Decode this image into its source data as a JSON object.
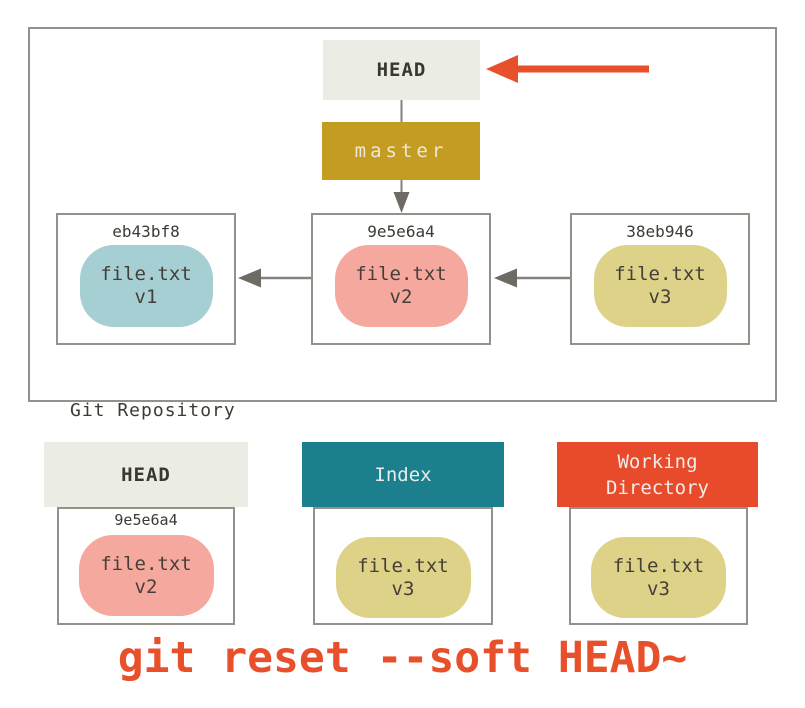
{
  "caption": "git reset --soft HEAD~",
  "repository": {
    "label": "Git Repository",
    "head": {
      "label": "HEAD"
    },
    "branch": {
      "label": "master"
    },
    "commits": [
      {
        "hash": "eb43bf8",
        "file": "file.txt",
        "version": "v1"
      },
      {
        "hash": "9e5e6a4",
        "file": "file.txt",
        "version": "v2"
      },
      {
        "hash": "38eb946",
        "file": "file.txt",
        "version": "v3"
      }
    ]
  },
  "areas": {
    "head": {
      "title": "HEAD",
      "hash": "9e5e6a4",
      "file": "file.txt",
      "version": "v2"
    },
    "index": {
      "title": "Index",
      "file": "file.txt",
      "version": "v3"
    },
    "working_directory": {
      "title": "Working Directory",
      "file": "file.txt",
      "version": "v3"
    }
  },
  "icons": {
    "head_pointer": "left-arrow-icon",
    "parent_links": "left-arrow-icon",
    "branch_link": "down-arrow-icon"
  },
  "colors": {
    "accent_red": "#e8502c",
    "working_dir_red": "#e84b2c",
    "branch_gold": "#c49c22",
    "index_teal": "#1b7f8e",
    "header_offwhite": "#ebece3",
    "blob_blue": "#a5cfd3",
    "blob_pink": "#f5a99e",
    "blob_yellow": "#ded188",
    "border_gray": "#94918a",
    "arrow_gray": "#6e6b64"
  }
}
